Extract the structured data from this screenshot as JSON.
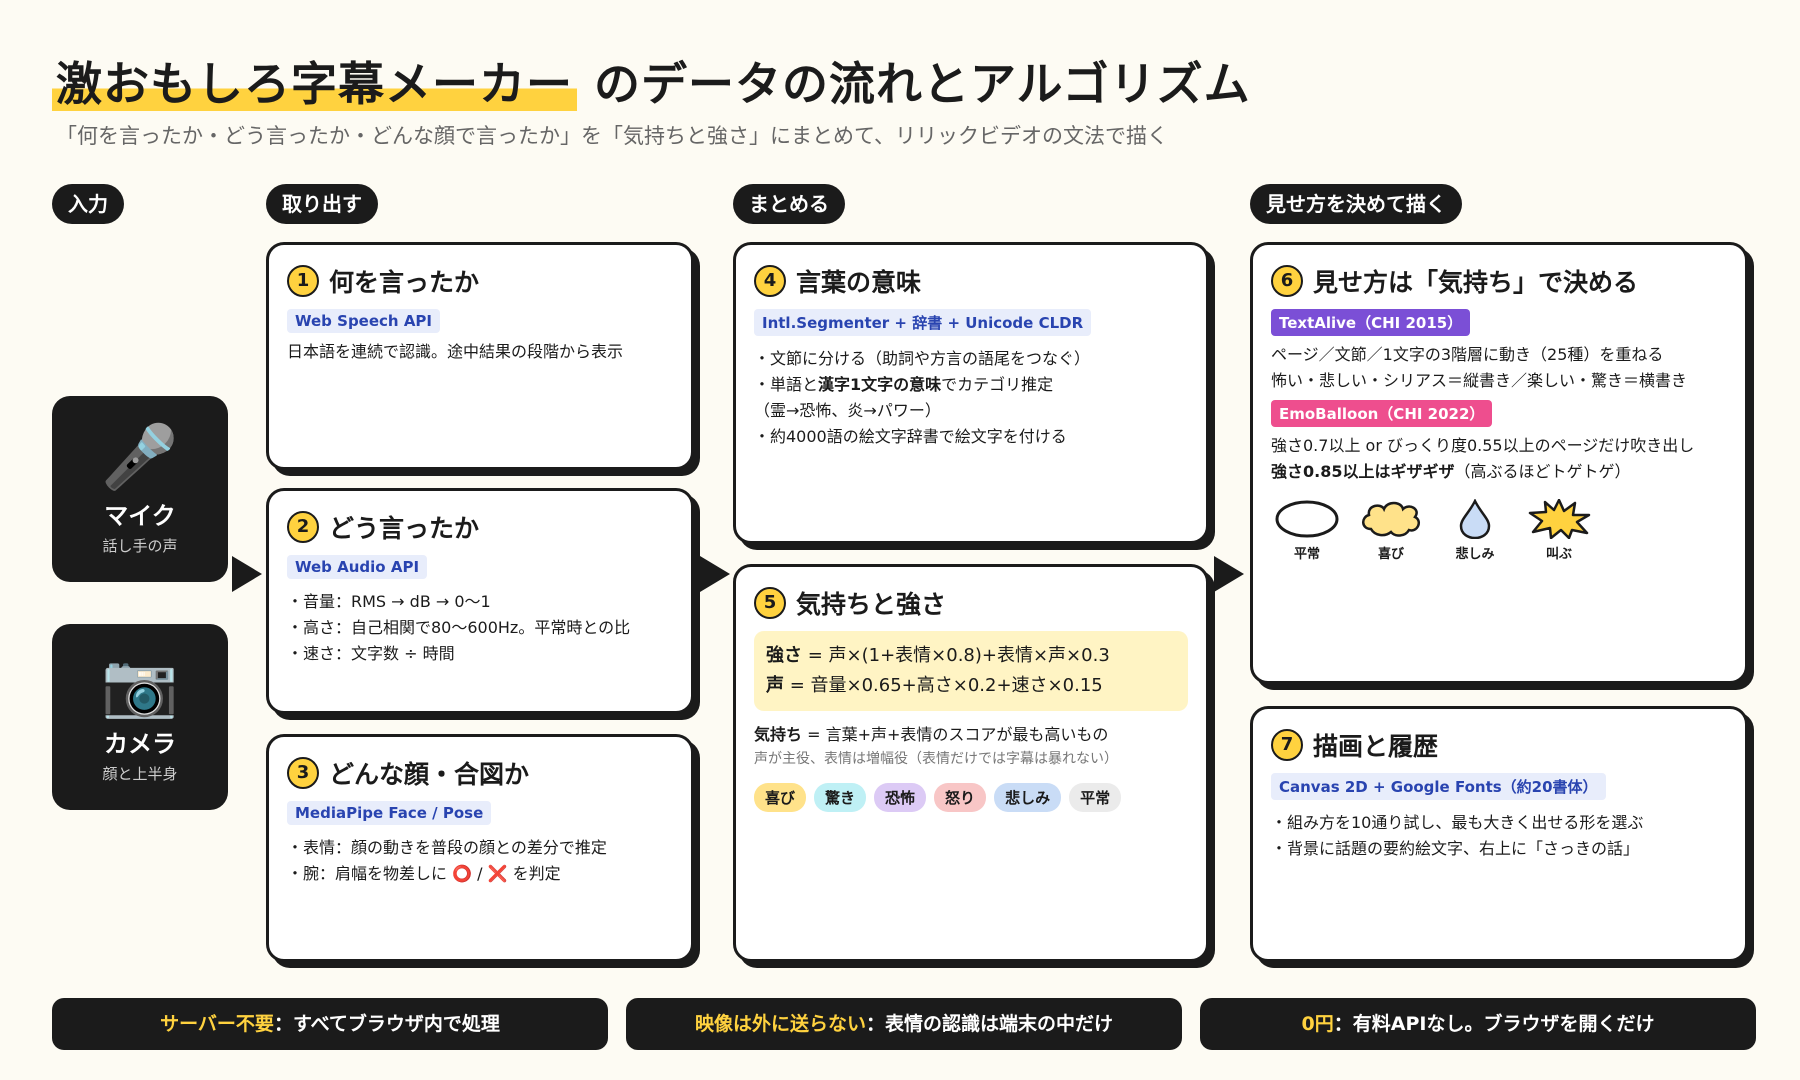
{
  "title": {
    "highlight": "激おもしろ字幕メーカー",
    "rest": " のデータの流れとアルゴリズム"
  },
  "subtitle": "「何を言ったか・どう言ったか・どんな顔で言ったか」を「気持ちと強さ」にまとめて、リリックビデオの文法で描く",
  "stages": {
    "input": "入力",
    "extract": "取り出す",
    "combine": "まとめる",
    "render": "見せ方を決めて描く"
  },
  "sources": {
    "mic": {
      "icon": "🎤",
      "name": "マイク",
      "sub": "話し手の声"
    },
    "camera": {
      "icon": "📷",
      "name": "カメラ",
      "sub": "顔と上半身"
    }
  },
  "cards": {
    "c1": {
      "num": "1",
      "title": "何を言ったか",
      "tag": "Web Speech API",
      "text": "日本語を連続で認識。途中結果の段階から表示"
    },
    "c2": {
      "num": "2",
      "title": "どう言ったか",
      "tag": "Web Audio API",
      "lines": [
        "・音量：RMS → dB → 0〜1",
        "・高さ：自己相関で80〜600Hz。平常時との比",
        "・速さ：文字数 ÷ 時間"
      ]
    },
    "c3": {
      "num": "3",
      "title": "どんな顔・合図か",
      "tag": "MediaPipe Face / Pose",
      "line1": "・表情：顔の動きを普段の顔との差分で推定",
      "line2_pre": "・腕：肩幅を物差しに ",
      "ok_icon": "⭕",
      "sep": " / ",
      "ng_icon": "❌",
      "line2_post": " を判定"
    },
    "c4": {
      "num": "4",
      "title": "言葉の意味",
      "tag": "Intl.Segmenter + 辞書 + Unicode CLDR",
      "l1": "・文節に分ける（助詞や方言の語尾をつなぐ）",
      "l2_pre": "・単語と",
      "l2_bold": "漢字1文字の意味",
      "l2_post": "でカテゴリ推定",
      "l3": "（霊→恐怖、炎→パワー）",
      "l4": "・約4000語の絵文字辞書で絵文字を付ける"
    },
    "c5": {
      "num": "5",
      "title": "気持ちと強さ",
      "f1_key": "強さ",
      "f1_val": " = 声×(1+表情×0.8)+表情×声×0.3",
      "f2_key": "声",
      "f2_val": " = 音量×0.65+高さ×0.2+速さ×0.15",
      "emo_key": "気持ち",
      "emo_val": " = 言葉+声+表情のスコアが最も高いもの",
      "note": "声が主役、表情は増幅役（表情だけでは字幕は暴れない）",
      "chips": [
        "喜び",
        "驚き",
        "恐怖",
        "怒り",
        "悲しみ",
        "平常"
      ]
    },
    "c6": {
      "num": "6",
      "title": "見せ方は「気持ち」で決める",
      "tag1": "TextAlive（CHI 2015）",
      "l1": "ページ／文節／1文字の3階層に動き（25種）を重ねる",
      "l2": "怖い・悲しい・シリアス＝縦書き／楽しい・驚き＝横書き",
      "tag2": "EmoBalloon（CHI 2022）",
      "l3": "強さ0.7以上 or びっくり度0.55以上のページだけ吹き出し",
      "l4_bold": "強さ0.85以上はギザギザ",
      "l4_rest": "（高ぶるほどトゲトゲ）",
      "balloons": [
        "平常",
        "喜び",
        "悲しみ",
        "叫ぶ"
      ]
    },
    "c7": {
      "num": "7",
      "title": "描画と履歴",
      "tag": "Canvas 2D + Google Fonts（約20書体）",
      "l1": "・組み方を10通り試し、最も大きく出せる形を選ぶ",
      "l2": "・背景に話題の要約絵文字、右上に「さっきの話」"
    }
  },
  "footer": [
    {
      "hl": "サーバー不要",
      "text": "：すべてブラウザ内で処理"
    },
    {
      "hl": "映像は外に送らない",
      "text": "：表情の認識は端末の中だけ"
    },
    {
      "hl": "0円",
      "text": "：有料APIなし。ブラウザを開くだけ"
    }
  ],
  "colors": {
    "dark": "#1b1b1b",
    "accent": "#ffd23f",
    "bg": "#fdfbf3"
  }
}
